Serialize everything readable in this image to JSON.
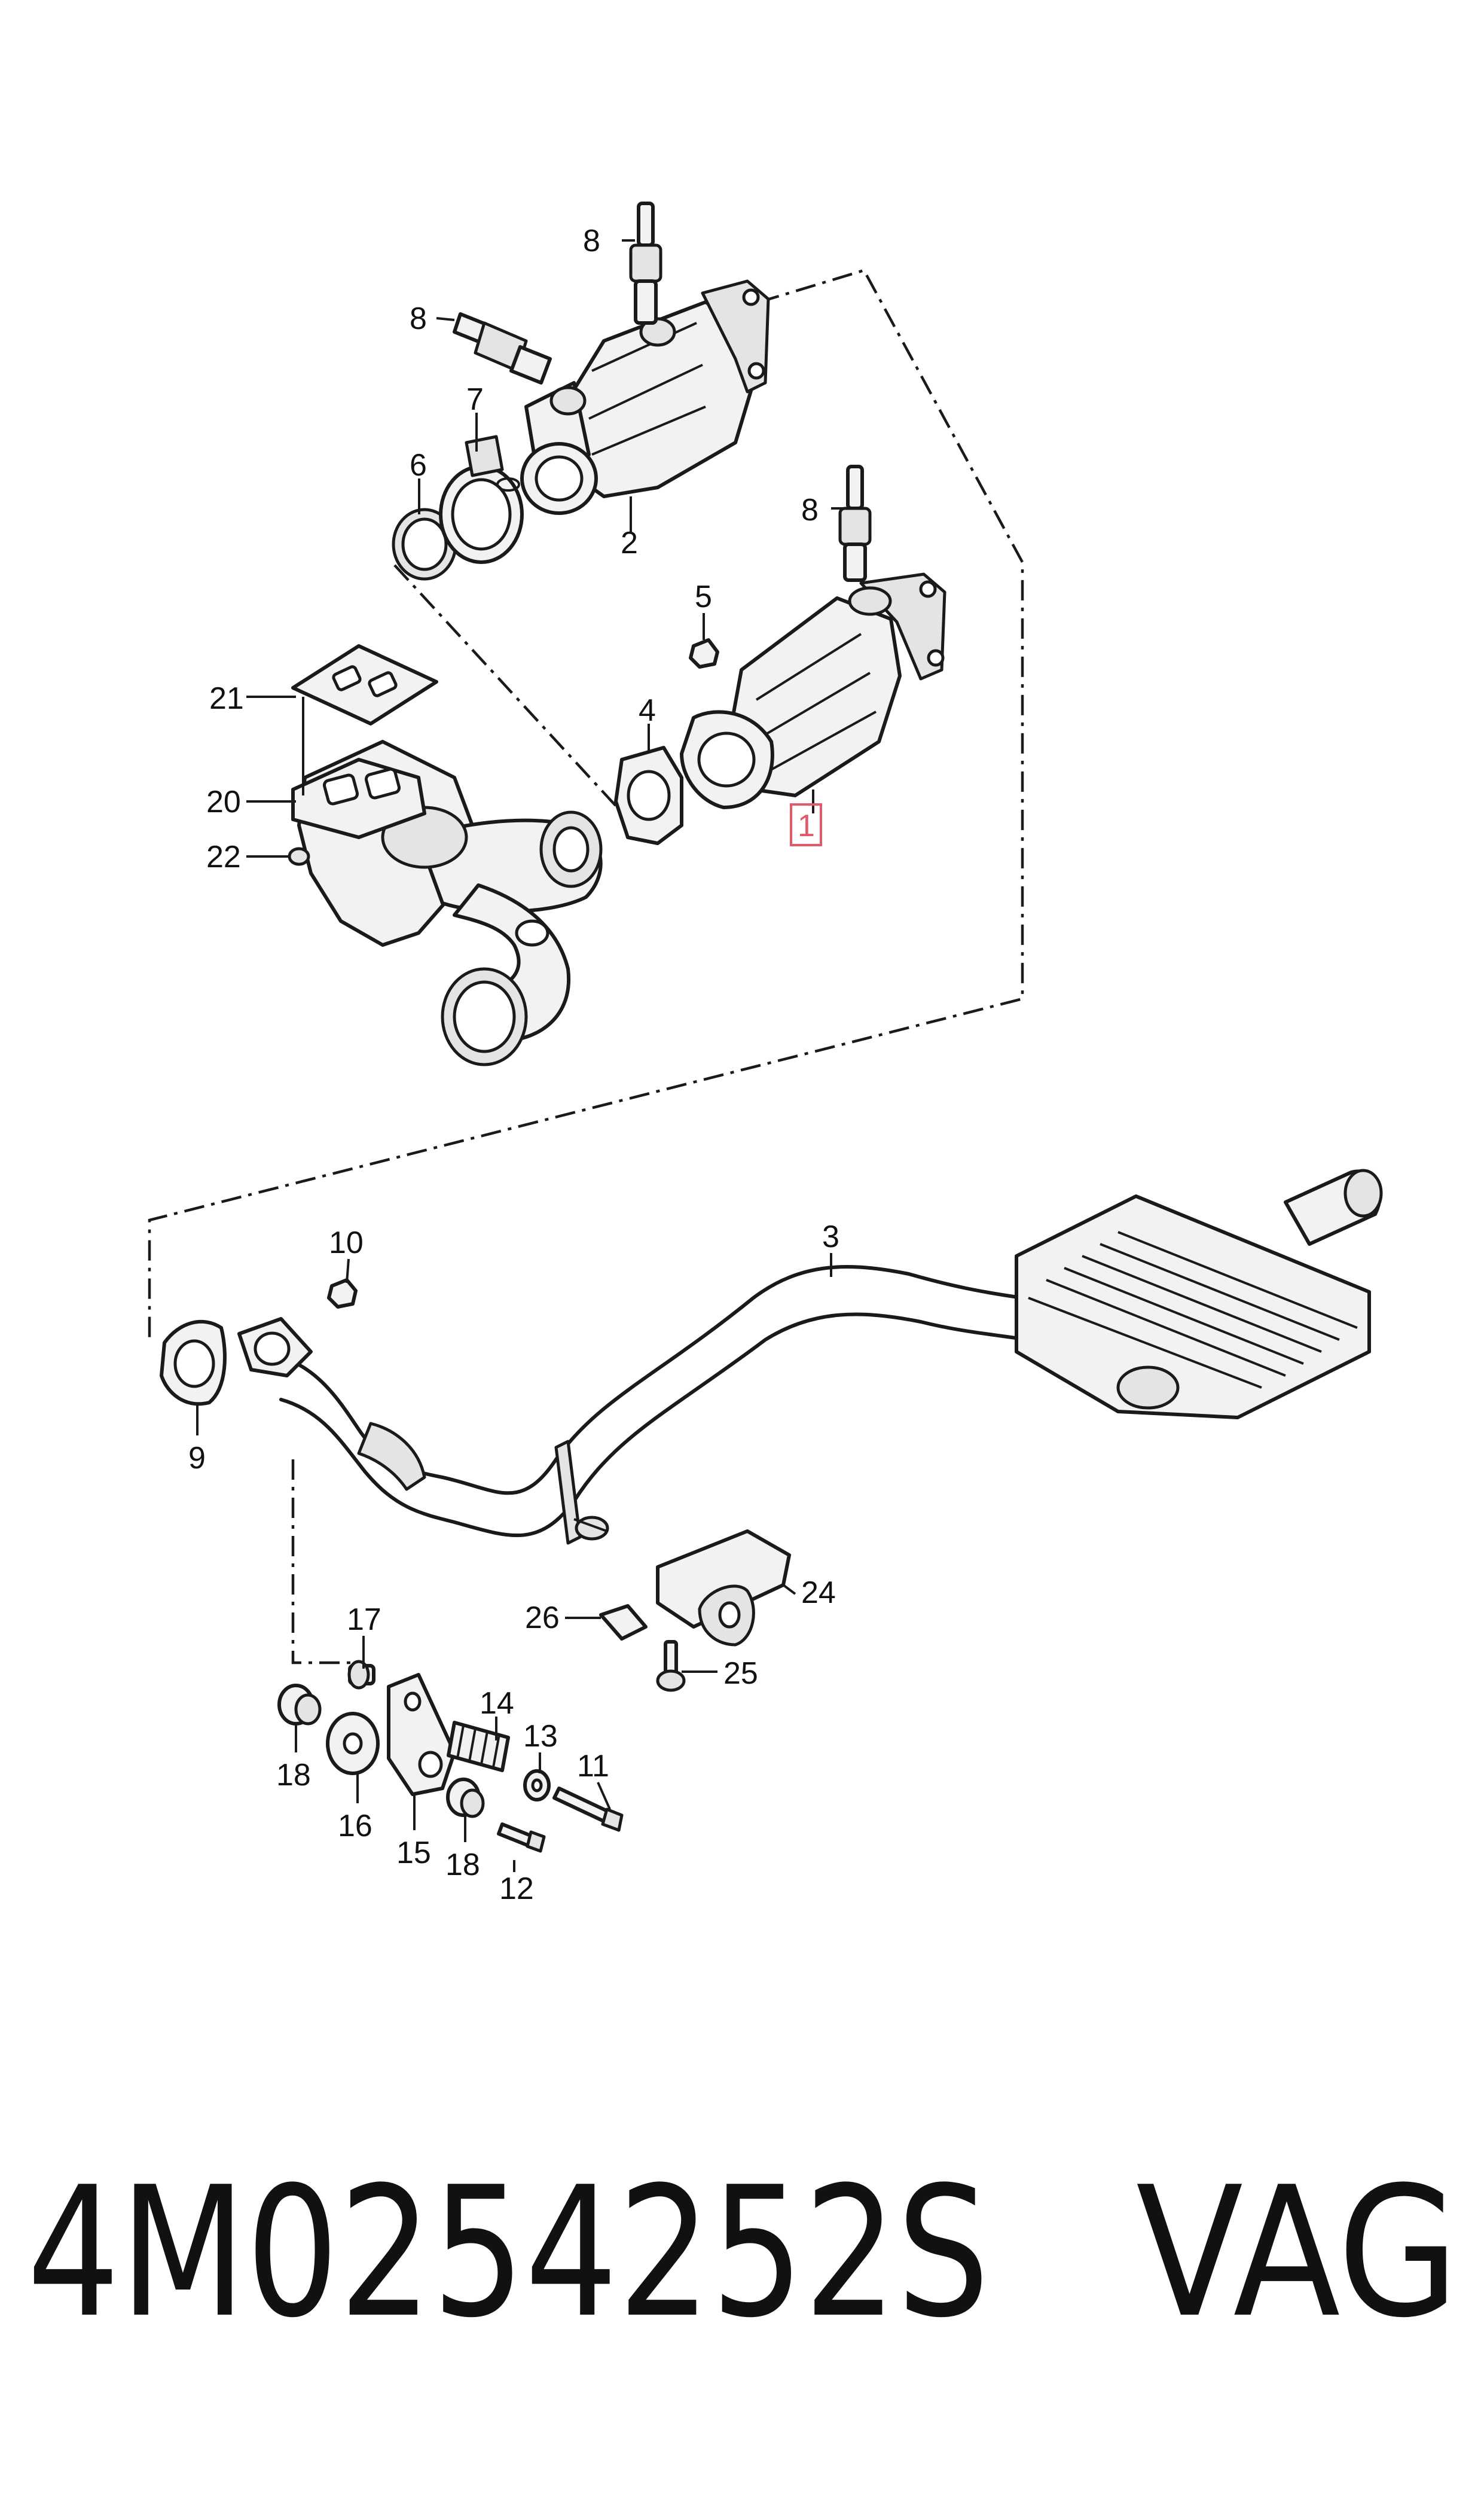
{
  "callouts": {
    "c1": "1",
    "c2": "2",
    "c3": "3",
    "c4": "4",
    "c5": "5",
    "c6": "6",
    "c7": "7",
    "c8a": "8",
    "c8b": "8",
    "c8c": "8",
    "c9": "9",
    "c10": "10",
    "c11": "11",
    "c12": "12",
    "c13": "13",
    "c14": "14",
    "c15": "15",
    "c16": "16",
    "c17": "17",
    "c18a": "18",
    "c18b": "18",
    "c20": "20",
    "c21": "21",
    "c22": "22",
    "c24": "24",
    "c25": "25",
    "c26": "26"
  },
  "highlight": {
    "part": "1",
    "color": "#e05a6a"
  },
  "footer": {
    "part_number": "4M0254252S",
    "brand": "VAG"
  }
}
